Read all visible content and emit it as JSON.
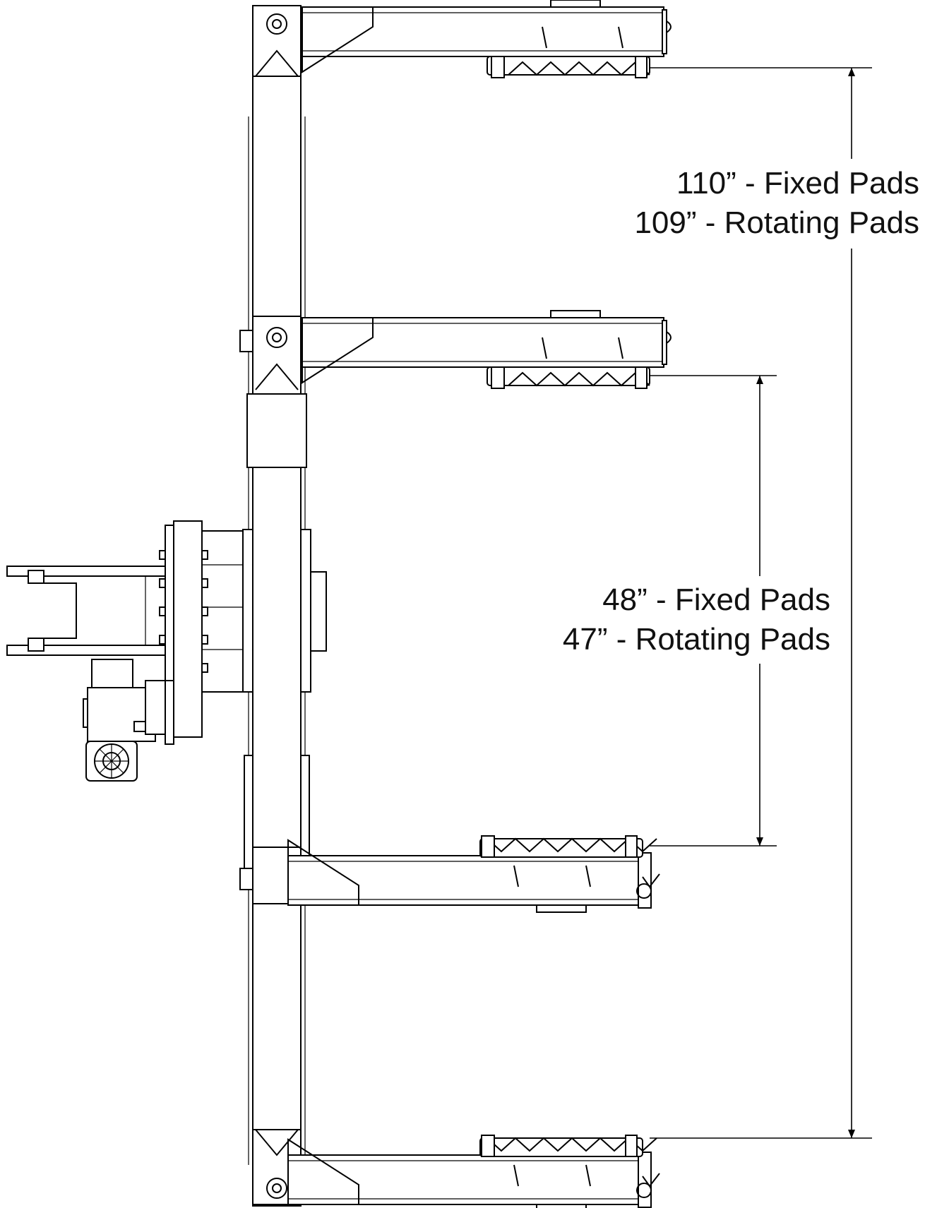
{
  "dimensions": {
    "outer": {
      "line1": "110” - Fixed Pads",
      "line2": "109” - Rotating Pads"
    },
    "inner": {
      "line1": "48” - Fixed Pads",
      "line2": "47” - Rotating Pads"
    }
  }
}
